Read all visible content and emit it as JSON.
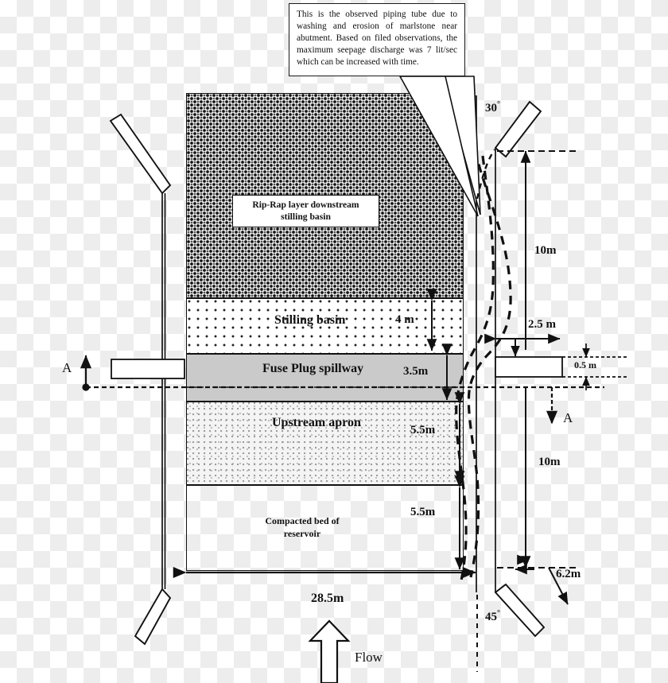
{
  "figure": {
    "title": "Fuse plug spillway cross-section and plan with piping tube",
    "flow_label": "Flow"
  },
  "callout": {
    "name": "piping-tube-note",
    "text": "This is the observed piping tube due to washing and erosion of marlstone near abutment. Based on filed observations, the maximum seepage discharge was 7 lit/sec which can be increased with time."
  },
  "regions": [
    {
      "id": "riprap",
      "label": "Rip-Rap layer downstream stilling basin",
      "fill": "#f2f2f2"
    },
    {
      "id": "stilling",
      "label": "Stilling basin",
      "dimension": "4 m",
      "fill": "#ffffff"
    },
    {
      "id": "fuse",
      "label": "Fuse  Plug spillway",
      "dimension": "3.5m",
      "fill": "#cacaca"
    },
    {
      "id": "apron",
      "label": "Upstream apron",
      "dimension": "5.5m",
      "fill": "#f4f4f4"
    },
    {
      "id": "bed",
      "label": "Compacted bed of reservoir",
      "dimension": "5.5m",
      "fill": "transparent"
    }
  ],
  "labels": {
    "riprap": "Rip-Rap layer downstream stilling basin",
    "riprap_line1": "Rip-Rap layer downstream",
    "riprap_line2": "stilling basin",
    "stilling": "Stilling basin",
    "fuse": "Fuse  Plug spillway",
    "apron": "Upstream apron",
    "bed_line1": "Compacted bed of",
    "bed_line2": "reservoir"
  },
  "dimensions": {
    "stilling_depth": "4 m",
    "fuse_depth": "3.5m",
    "apron_depth": "5.5m",
    "bed_depth": "5.5m",
    "total_width": "28.5m",
    "wall_offset": "2.5 m",
    "wall_thickness": "0.5 m",
    "piping_upper": "10m",
    "piping_lower": "10m",
    "wing_diagonal": "6.2m"
  },
  "angles": {
    "upper_wing": "30",
    "lower_wing": "45",
    "degree_symbol": "°"
  },
  "section_markers": {
    "left": "A",
    "right": "A"
  },
  "colors": {
    "ink": "#111111",
    "fuse_fill": "#cacaca",
    "apron_fill": "#f4f4f4",
    "background": "#ffffff"
  }
}
